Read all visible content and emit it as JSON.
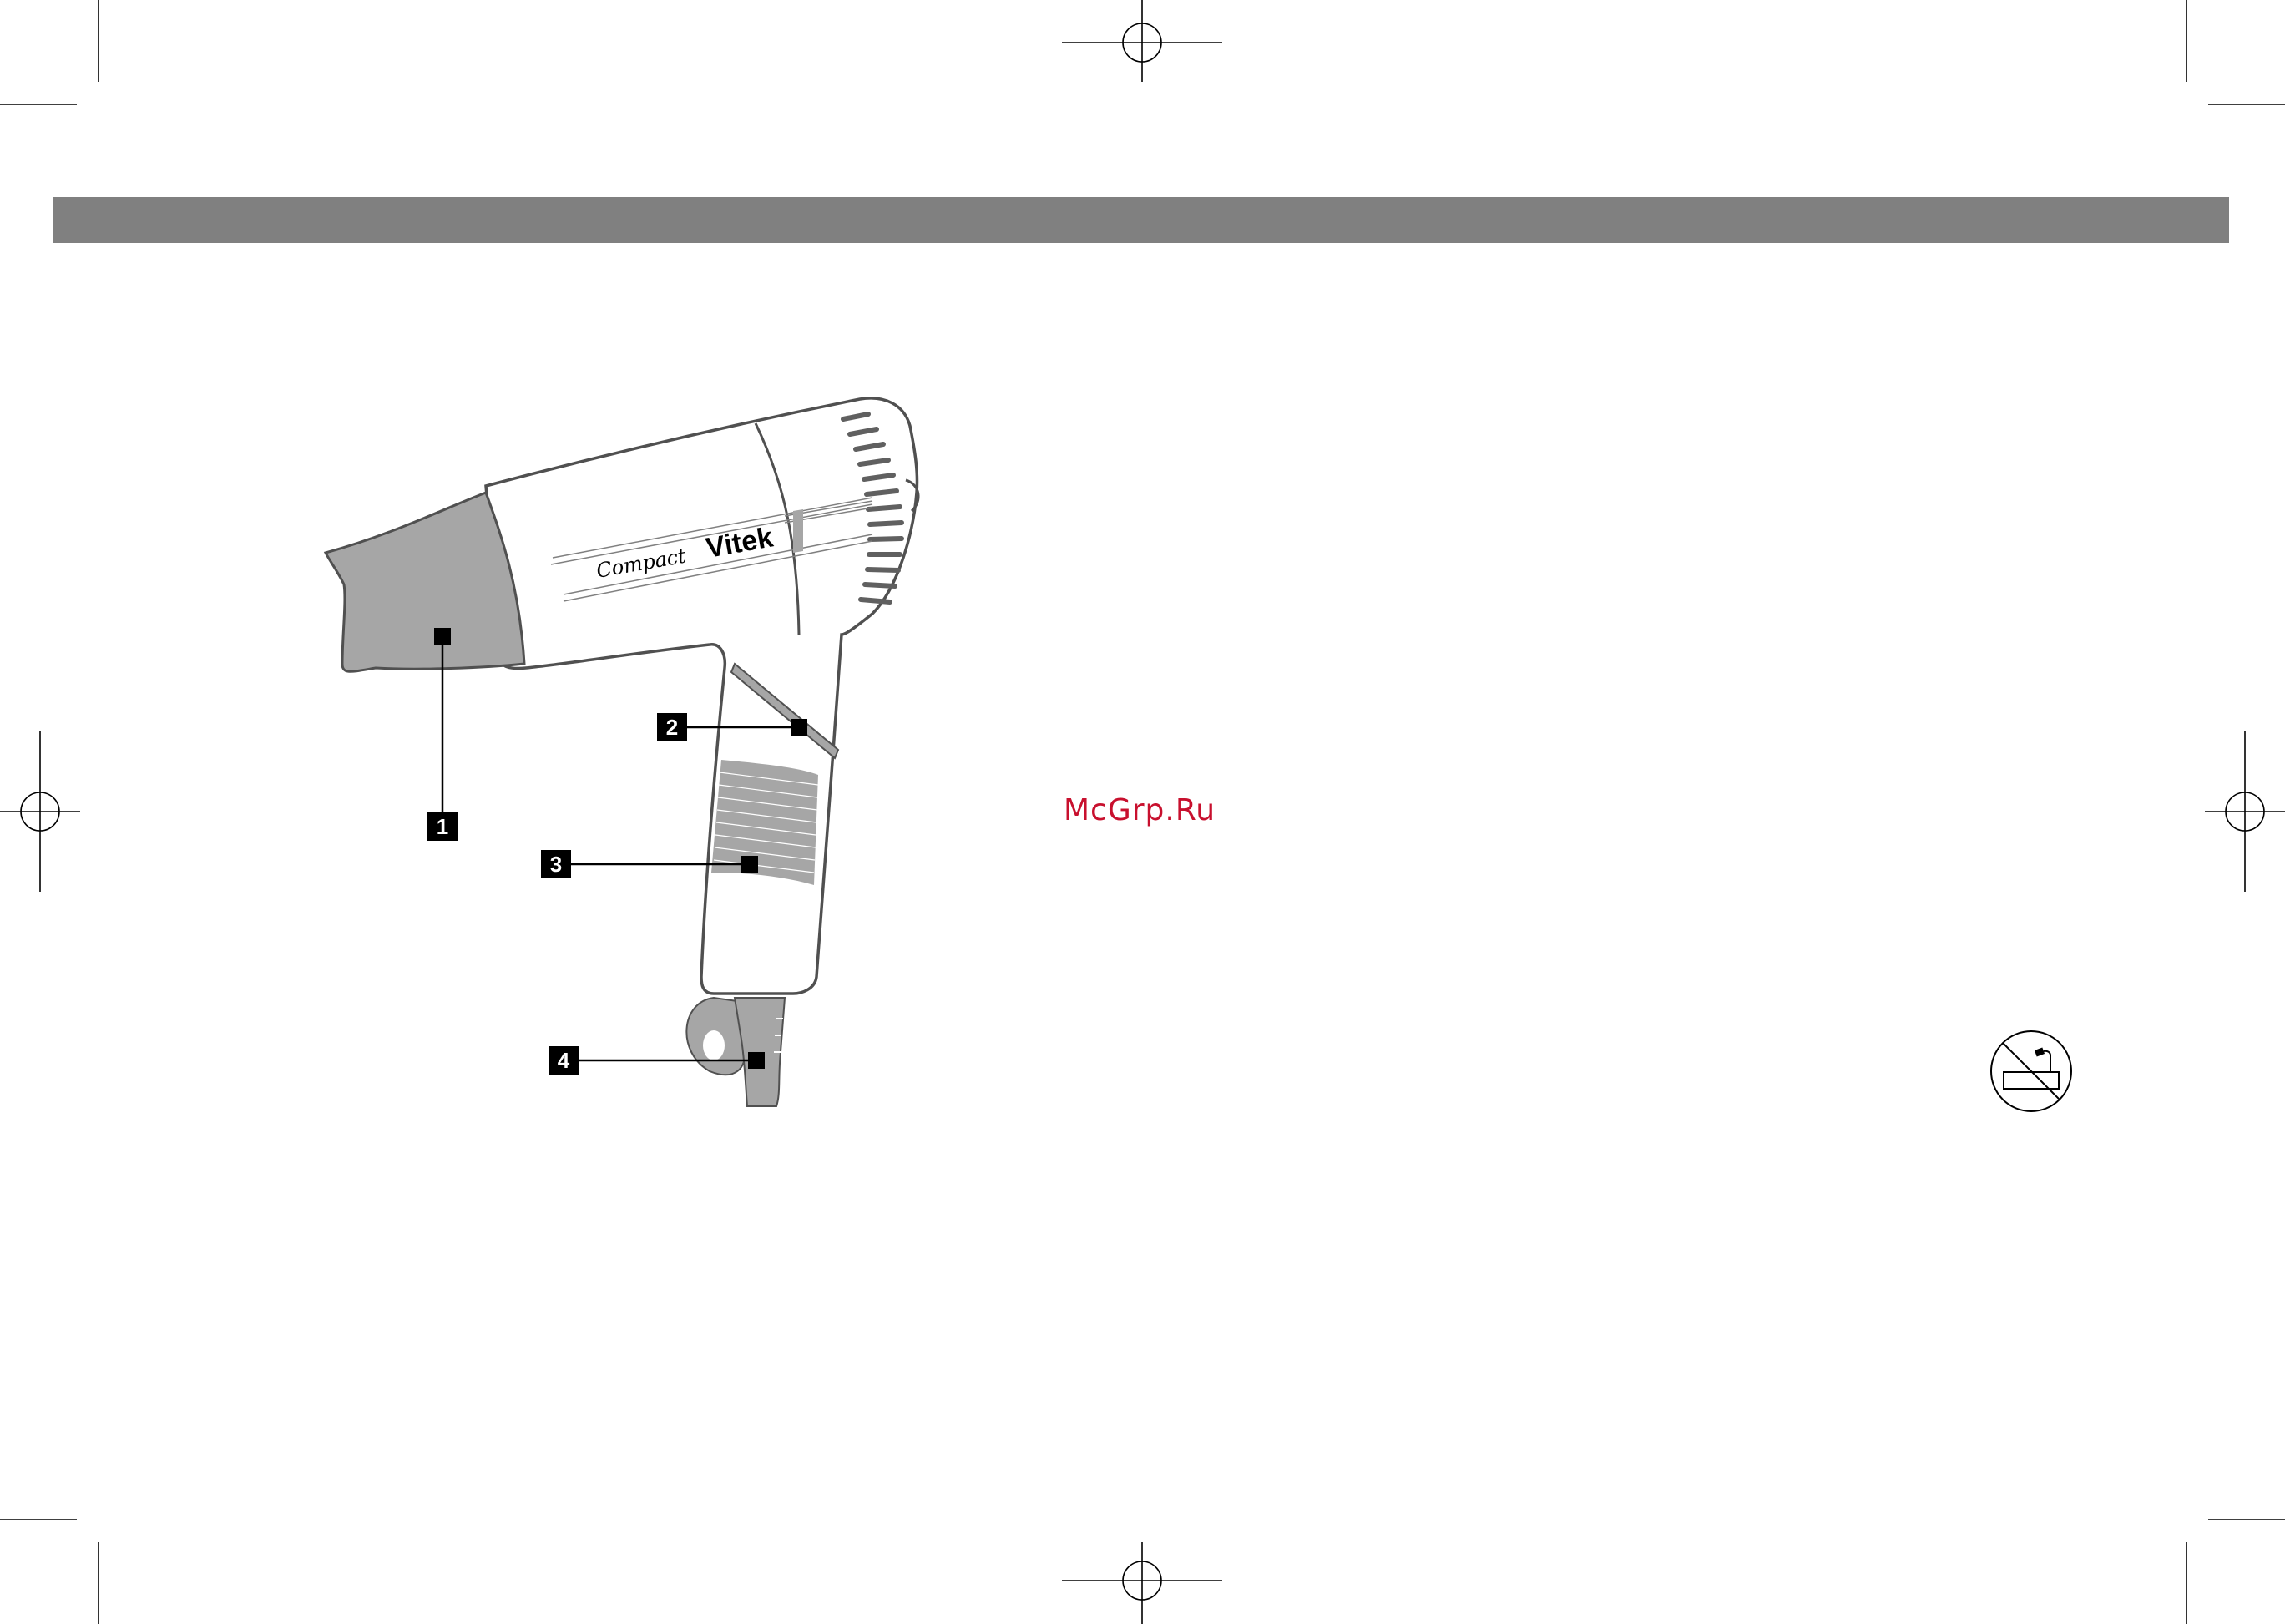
{
  "diagram": {
    "product": {
      "brand": "Vitek",
      "model": "Compact"
    },
    "callouts": [
      {
        "number": "1"
      },
      {
        "number": "2"
      },
      {
        "number": "3"
      },
      {
        "number": "4"
      }
    ]
  },
  "watermark": {
    "text": "McGrp.Ru",
    "color": "#c8102e"
  },
  "symbols": {
    "warning": "no-water-near-bathtub-icon"
  },
  "colors": {
    "header_bar": "#808080",
    "shaded_parts": "#a6a6a6",
    "outline": "#505050",
    "callout_box": "#000000"
  }
}
